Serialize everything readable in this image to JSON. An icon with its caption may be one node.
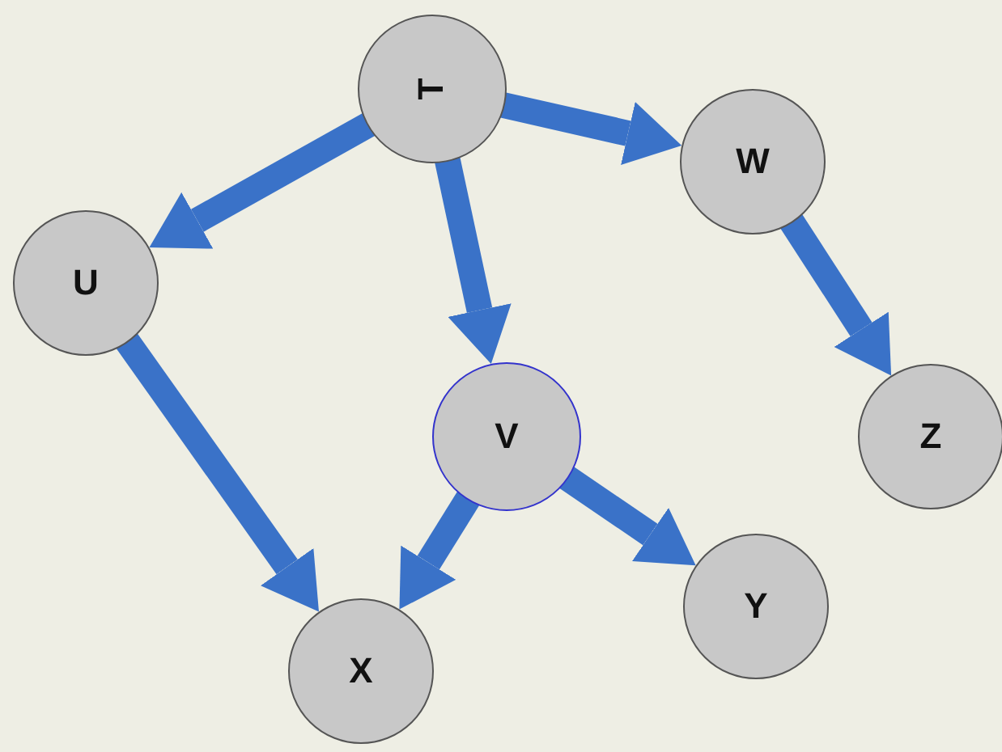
{
  "diagram": {
    "nodes": [
      {
        "text": [
          "T"
        ]
      },
      {
        "text": [
          "W"
        ]
      },
      {
        "text": [
          "U"
        ]
      },
      {
        "text": [
          "V"
        ]
      },
      {
        "text": [
          "Z"
        ]
      },
      {
        "text": [
          "Y"
        ]
      },
      {
        "text": [
          "X"
        ]
      }
    ],
    "edges": [
      {
        "from": 0,
        "to": 1,
        "arrow": "to"
      },
      {
        "from": 0,
        "to": 2,
        "arrow": "to"
      },
      {
        "from": 0,
        "to": 3,
        "arrow": "to"
      },
      {
        "from": 1,
        "to": 4,
        "arrow": "to"
      },
      {
        "from": 2,
        "to": 6,
        "arrow": "to"
      },
      {
        "from": 3,
        "to": 6,
        "arrow": "to"
      },
      {
        "from": 3,
        "to": 5,
        "arrow": "to"
      }
    ]
  }
}
